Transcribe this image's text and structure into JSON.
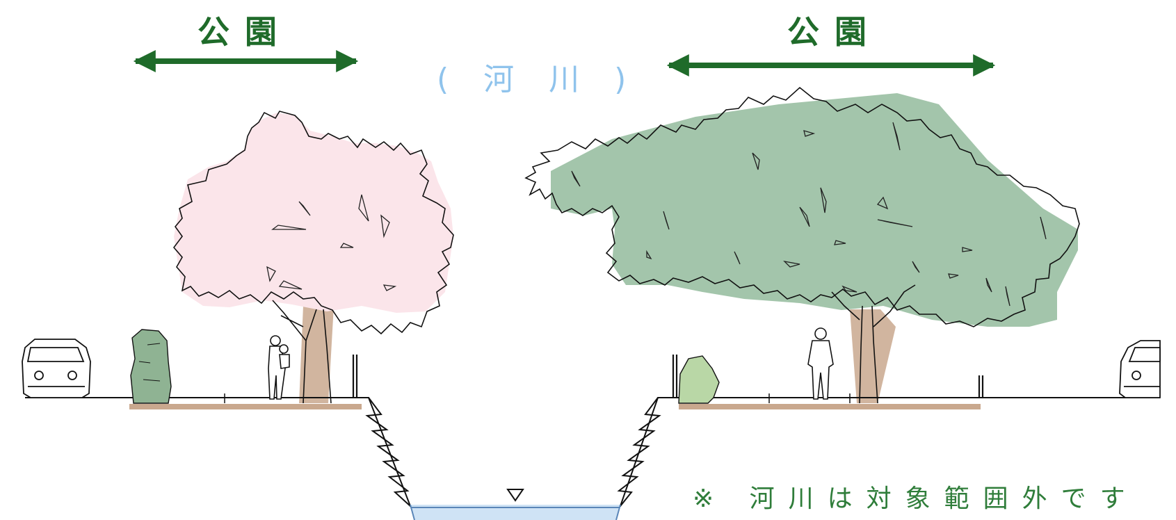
{
  "labels": {
    "park_left": "公園",
    "park_right": "公園",
    "river": "( 河 川 )",
    "note": "※ 河川は対象範囲外です"
  },
  "icons": {
    "park_extent_left": "double-arrow-icon",
    "park_extent_right": "double-arrow-icon",
    "water_level": "water-level-triangle-icon",
    "car_left": "car-icon",
    "car_right": "car-icon",
    "cherry_tree": "cherry-tree-icon",
    "large_tree": "broadleaf-tree-icon",
    "shrub_left": "shrub-icon",
    "shrub_right": "shrub-icon",
    "adult_with_child": "person-carrying-child-icon",
    "person_standing": "person-icon"
  },
  "colors": {
    "park_green": "#1f6b2a",
    "river_blue": "#8fc3ec",
    "cherry_pink": "#fbe5ea",
    "tree_green": "#7fae8b",
    "trunk_brown": "#c9a88e",
    "shrub_green_dark": "#8fb393",
    "shrub_green_light": "#b9d7a6",
    "water_fill": "#cfe3f5"
  }
}
